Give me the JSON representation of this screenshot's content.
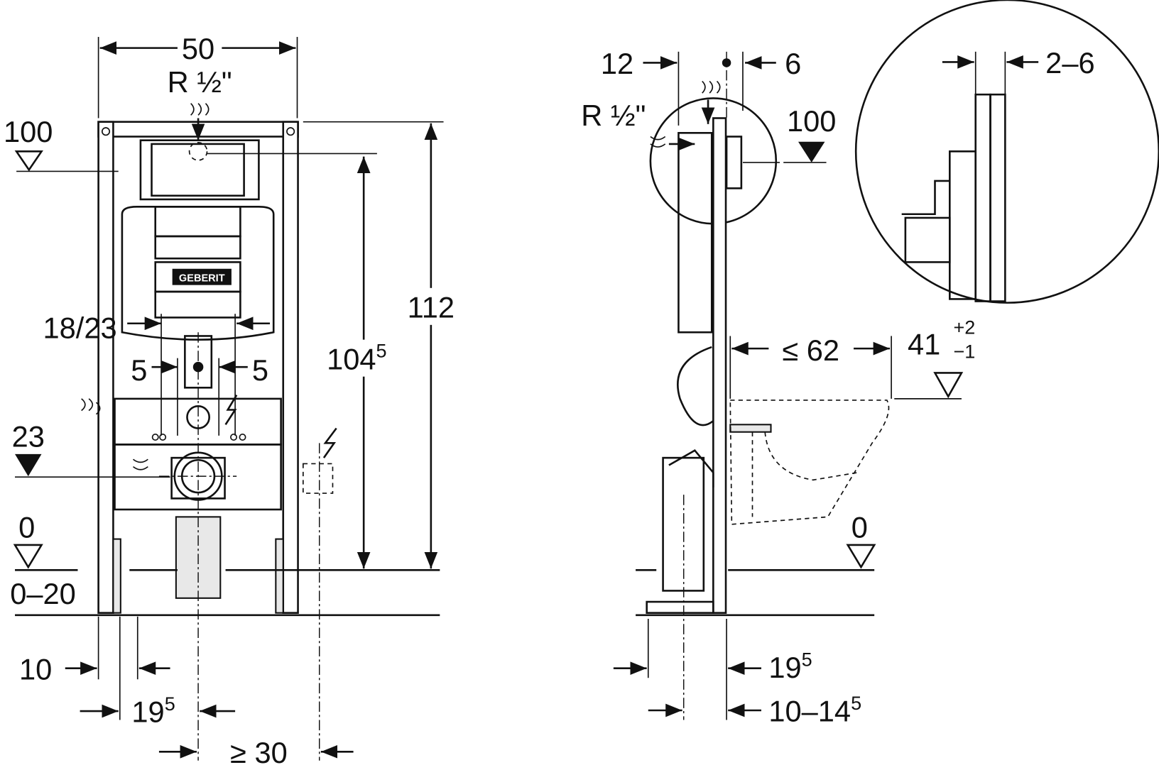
{
  "front_view": {
    "width_label": "50",
    "water_connection_label": "R ½\"",
    "level_100_label": "100",
    "flush_width_label": "18/23",
    "offset_left_label": "5",
    "offset_right_label": "5",
    "height_104_main": "104",
    "height_104_sup": "5",
    "height_112_label": "112",
    "level_23_label": "23",
    "level_0_label": "0",
    "floor_adjust_label": "0–20",
    "foot_offset_label": "10",
    "center_offset_main": "19",
    "center_offset_sup": "5",
    "power_distance_label": "≥ 30",
    "logo_text": "GEBERIT"
  },
  "side_view": {
    "left_offset_label": "12",
    "right_offset_label": "6",
    "water_connection_label": "R ½\"",
    "level_100_label": "100",
    "detail_thickness_label": "2–6",
    "bowl_projection_label": "≤ 62",
    "seat_height_main": "41",
    "seat_height_plus": "+2",
    "seat_height_minus": "−1",
    "level_0_label": "0",
    "depth_main": "19",
    "depth_sup": "5",
    "depth_range_main": "10–14",
    "depth_range_sup": "5"
  }
}
